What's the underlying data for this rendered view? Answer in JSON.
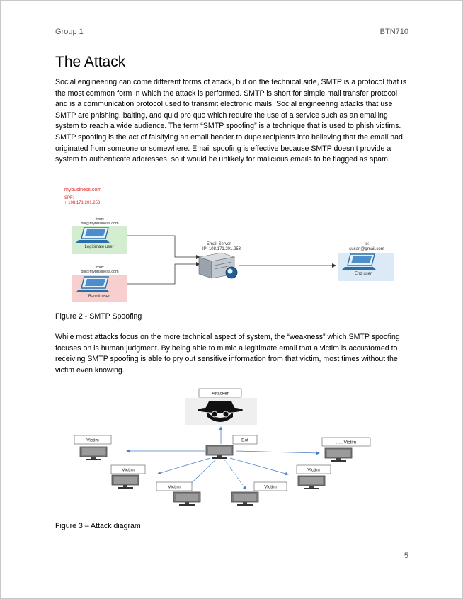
{
  "header": {
    "left": "Group 1",
    "right": "BTN710"
  },
  "section_title": "The Attack",
  "paragraph1": "Social engineering can come different forms of attack, but on the technical side, SMTP is a protocol that is the most common form in which the attack is performed. SMTP is short for simple mail transfer protocol and is a communication protocol used to transmit electronic mails. Social engineering attacks that use SMTP are phishing, baiting, and quid pro quo which require the use of a service such as an emailing system to reach a wide audience. The term “SMTP spoofing” is a technique that is used to phish victims. SMTP spoofing is the act of falsifying an email header to dupe recipients into believing that the email had originated from someone or somewhere. Email spoofing is effective because SMTP doesn’t provide a system to authenticate addresses, so it would be unlikely for malicious emails to be flagged as spam.",
  "figure2": {
    "domain": "mybusiness.com",
    "spf_label": "SPF:",
    "spf_value": "+ 108.171.201.253",
    "legit_from_label": "from:",
    "legit_from": "bill@mybusiness.com",
    "legit_user": "Legitimate user",
    "bandit_from_label": "from:",
    "bandit_from": "bill@mybusiness.com",
    "bandit_user": "Bandit user",
    "server_label": "Email Server",
    "server_ip": "IP: 108.171.201.253",
    "to_label": "to:",
    "to_address": "susan@gmail.com",
    "end_user": "End user",
    "caption": "Figure 2 - SMTP Spoofing"
  },
  "paragraph2": "While most attacks focus on the more technical aspect of system, the “weakness” which SMTP spoofing focuses on is human judgment. By being able to mimic a legitimate email that a victim is accustomed to receiving SMTP spoofing is able to pry out sensitive information from that victim, most times without the victim even knowing.",
  "figure3": {
    "attacker_label": "Attacker",
    "bot_label": "Bot",
    "victim_labels": [
      "Victim",
      "Victim",
      "Victim",
      "Victim",
      "Victim",
      "......Victim"
    ],
    "caption": "Figure 3 – Attack diagram"
  },
  "page_number": "5"
}
